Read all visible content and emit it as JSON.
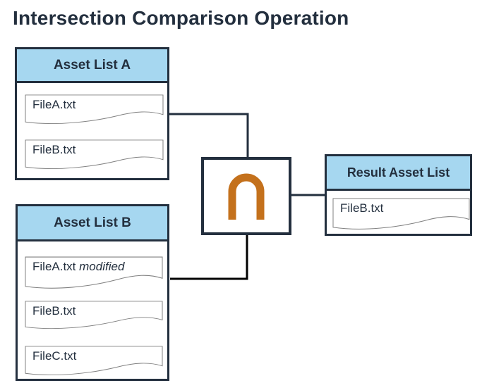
{
  "title": "Intersection Comparison Operation",
  "colors": {
    "navy": "#232F3E",
    "header_blue": "#A6D7F0",
    "orange": "#C4711C",
    "doc_border": "#808080",
    "connector_black": "#000000"
  },
  "operator": {
    "symbol": "∩",
    "meaning": "intersection"
  },
  "lists": {
    "a": {
      "header": "Asset List A",
      "files": [
        {
          "name": "FileA.txt"
        },
        {
          "name": "FileB.txt"
        }
      ]
    },
    "b": {
      "header": "Asset List B",
      "files": [
        {
          "name": "FileA.txt",
          "suffix": "modified"
        },
        {
          "name": "FileB.txt"
        },
        {
          "name": "FileC.txt"
        }
      ]
    },
    "result": {
      "header": "Result Asset List",
      "files": [
        {
          "name": "FileB.txt"
        }
      ]
    }
  }
}
